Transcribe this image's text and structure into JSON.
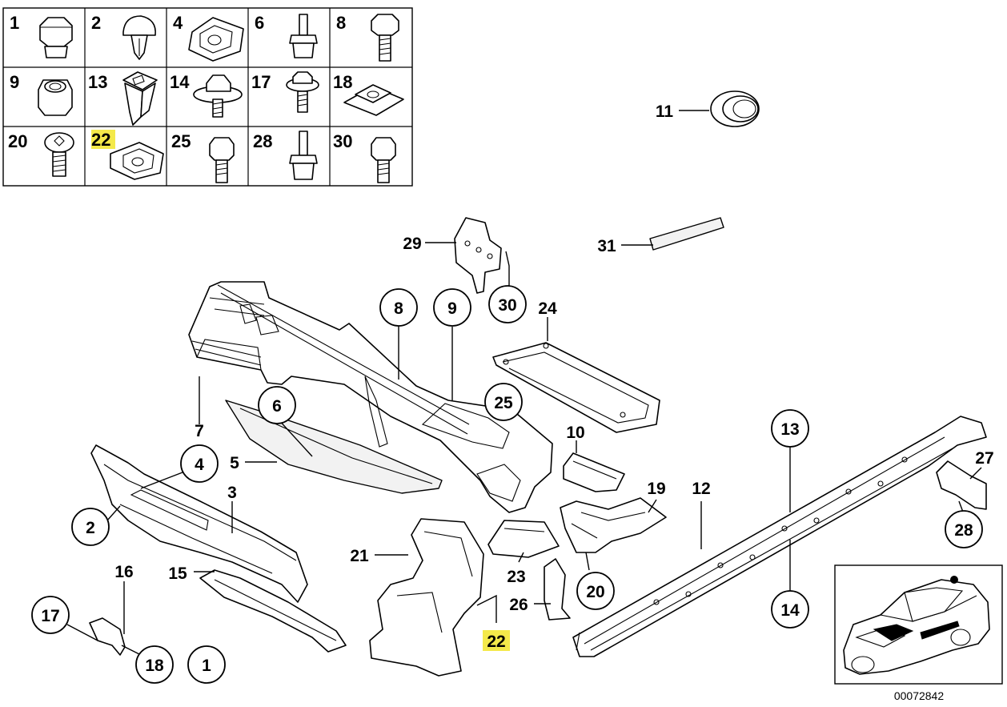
{
  "diagram": {
    "parts_table": {
      "cells": [
        {
          "num": "1",
          "icon": "bolt-head-icon",
          "highlight": false
        },
        {
          "num": "2",
          "icon": "expanding-rivet-icon",
          "highlight": false
        },
        {
          "num": "4",
          "icon": "clip-icon",
          "highlight": false
        },
        {
          "num": "6",
          "icon": "stud-icon",
          "highlight": false
        },
        {
          "num": "8",
          "icon": "hex-bolt-icon",
          "highlight": false
        },
        {
          "num": "9",
          "icon": "nut-icon",
          "highlight": false
        },
        {
          "num": "13",
          "icon": "square-nut-icon",
          "highlight": false
        },
        {
          "num": "14",
          "icon": "collar-screw-icon",
          "highlight": false
        },
        {
          "num": "17",
          "icon": "collar-screw-icon",
          "highlight": false
        },
        {
          "num": "18",
          "icon": "speed-nut-icon",
          "highlight": false
        },
        {
          "num": "20",
          "icon": "torx-bolt-icon",
          "highlight": false
        },
        {
          "num": "22",
          "icon": "clip-nut-icon",
          "highlight": true
        },
        {
          "num": "25",
          "icon": "hex-bolt-icon",
          "highlight": false
        },
        {
          "num": "28",
          "icon": "stud-icon",
          "highlight": false
        },
        {
          "num": "30",
          "icon": "hex-bolt-icon",
          "highlight": false
        }
      ]
    },
    "callouts": [
      {
        "label": "11",
        "circled": false,
        "highlight": false
      },
      {
        "label": "29",
        "circled": false,
        "highlight": false
      },
      {
        "label": "31",
        "circled": false,
        "highlight": false
      },
      {
        "label": "30",
        "circled": true,
        "highlight": false
      },
      {
        "label": "24",
        "circled": false,
        "highlight": false
      },
      {
        "label": "8",
        "circled": true,
        "highlight": false
      },
      {
        "label": "9",
        "circled": true,
        "highlight": false
      },
      {
        "label": "25",
        "circled": true,
        "highlight": false
      },
      {
        "label": "6",
        "circled": true,
        "highlight": false
      },
      {
        "label": "7",
        "circled": false,
        "highlight": false
      },
      {
        "label": "10",
        "circled": false,
        "highlight": false
      },
      {
        "label": "4",
        "circled": true,
        "highlight": false
      },
      {
        "label": "5",
        "circled": false,
        "highlight": false
      },
      {
        "label": "3",
        "circled": false,
        "highlight": false
      },
      {
        "label": "2",
        "circled": true,
        "highlight": false
      },
      {
        "label": "19",
        "circled": false,
        "highlight": false
      },
      {
        "label": "12",
        "circled": false,
        "highlight": false
      },
      {
        "label": "13",
        "circled": true,
        "highlight": false
      },
      {
        "label": "27",
        "circled": false,
        "highlight": false
      },
      {
        "label": "28",
        "circled": true,
        "highlight": false
      },
      {
        "label": "21",
        "circled": false,
        "highlight": false
      },
      {
        "label": "23",
        "circled": false,
        "highlight": false
      },
      {
        "label": "20",
        "circled": true,
        "highlight": false
      },
      {
        "label": "26",
        "circled": false,
        "highlight": false
      },
      {
        "label": "14",
        "circled": true,
        "highlight": false
      },
      {
        "label": "16",
        "circled": false,
        "highlight": false
      },
      {
        "label": "15",
        "circled": false,
        "highlight": false
      },
      {
        "label": "17",
        "circled": true,
        "highlight": false
      },
      {
        "label": "18",
        "circled": true,
        "highlight": false
      },
      {
        "label": "1",
        "circled": true,
        "highlight": false
      },
      {
        "label": "22",
        "circled": false,
        "highlight": true
      }
    ],
    "doc_number": "00072842",
    "colors": {
      "highlight": "#f4e94a",
      "line": "#000000",
      "background": "#ffffff"
    }
  }
}
